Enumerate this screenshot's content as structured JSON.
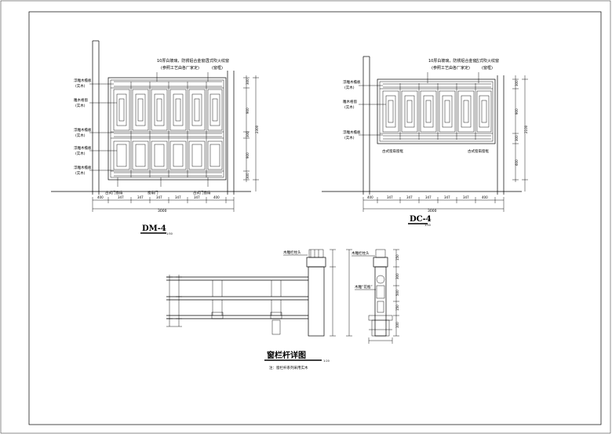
{
  "drawings": {
    "dm4": {
      "label": "DM-4",
      "scale": "1:50",
      "note_top": "10厚白玻璃，防锈铝合金窗门",
      "note_top2": "(参照工艺由各厂家定)",
      "note_right": "古式吹火纹窗",
      "note_right2": "(窗框)",
      "left_notes": [
        "浮雕木檐板",
        "(实木)",
        "雕木格窗",
        "(实木)",
        "浮雕木檐板",
        "(实木)",
        "浮雕木檐板",
        "(实木)",
        "浮雕木檐板",
        "(实木)"
      ],
      "bottom_labels": [
        "古式门窗扇",
        "窗扇门",
        "古式门窗扇"
      ],
      "dims_bottom": [
        "400",
        "347",
        "347",
        "347",
        "347",
        "347",
        "400"
      ],
      "dim_total": "3000",
      "dims_right": [
        "300",
        "900",
        "300",
        "900",
        "300"
      ],
      "dim_right_total": "2300"
    },
    "dc4": {
      "label": "DC-4",
      "scale": "1:50",
      "note_top": "10厚白玻璃，防锈铝合金窗",
      "note_top2": "(参照工艺由各厂家定)",
      "note_right": "古式吹火纹窗",
      "note_right2": "(窗框)",
      "left_notes": [
        "浮雕木檐板",
        "(实木)",
        "雕木格窗",
        "(实木)",
        "浮雕木檐板",
        "(实木)"
      ],
      "inner_labels": [
        "古式窗扇窗框",
        "古式窗扇窗框"
      ],
      "dims_bottom": [
        "400",
        "347",
        "347",
        "347",
        "347",
        "347",
        "400"
      ],
      "dim_total": "3000",
      "dims_right": [
        "300",
        "900",
        "300",
        "600"
      ],
      "dim_right_total": "2100"
    },
    "railing": {
      "title": "窗栏杆详图",
      "scale": "1:20",
      "note": "注：窗栏杆系列采用实木",
      "label_a": "木雕栏柱头",
      "label_b": "木雕栏柱头",
      "label_c": "木雕“花瓶”",
      "dims": [
        "150",
        "300",
        "500",
        "150",
        "100"
      ]
    }
  }
}
